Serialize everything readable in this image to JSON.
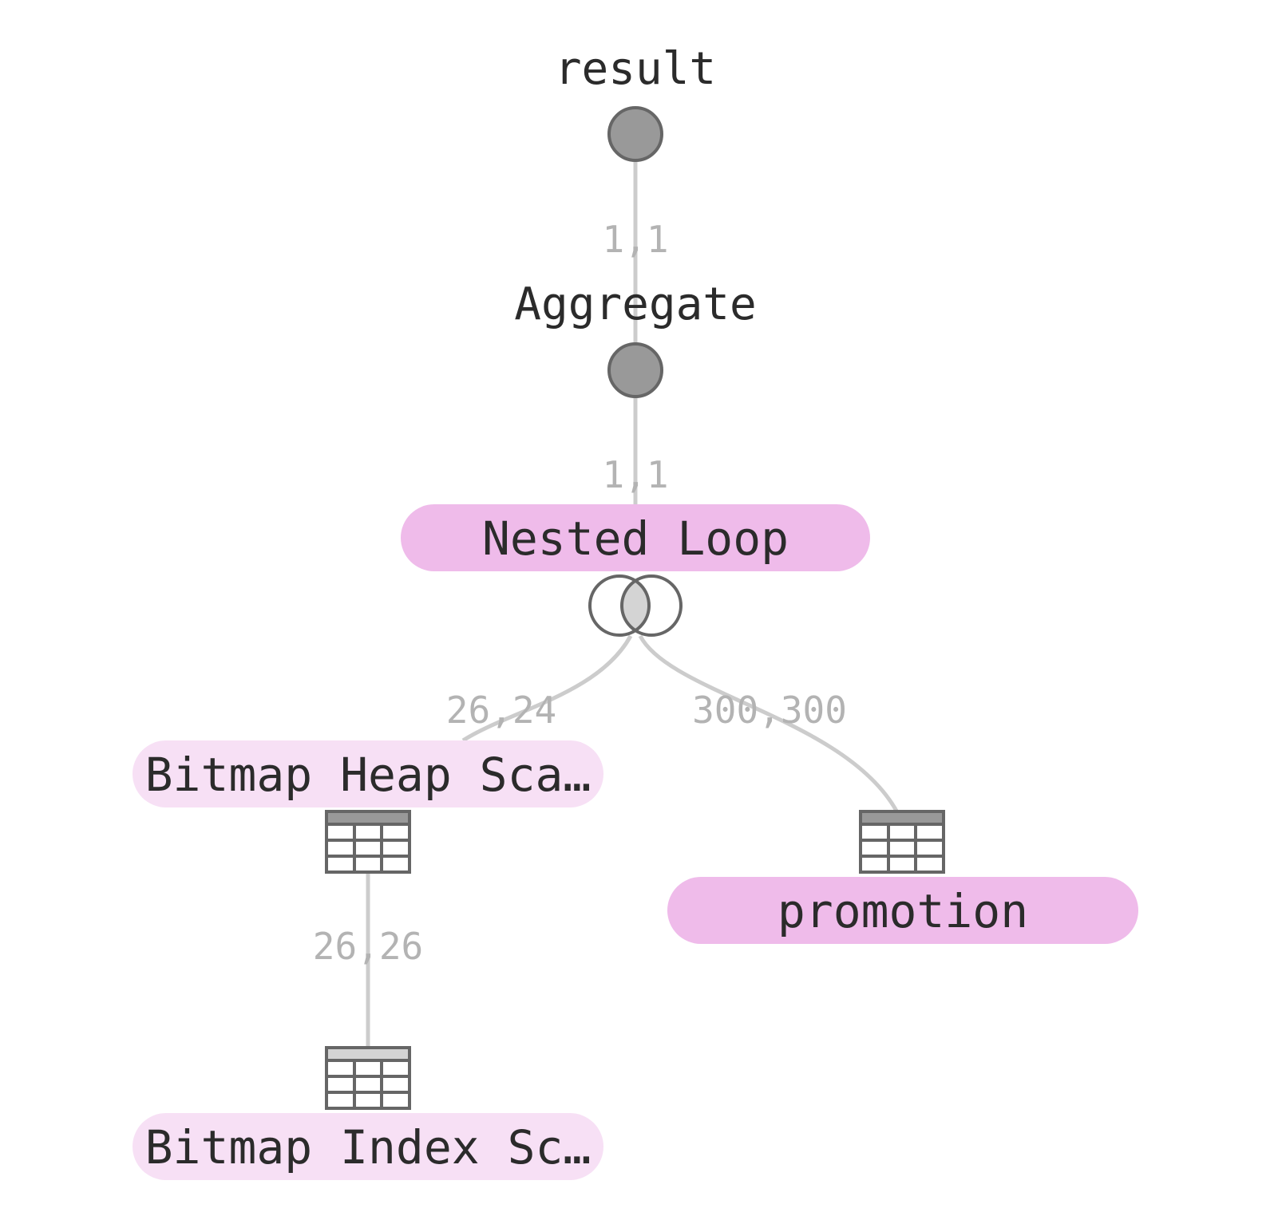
{
  "colors": {
    "pill_strong": "#efbbea",
    "pill_light": "#f7e0f5",
    "circle_fill": "#999999",
    "icon_stroke": "#666666",
    "edge": "#cccccc",
    "edge_label": "#b3b3b3",
    "text": "#2b2b2b"
  },
  "nodes": {
    "result": {
      "label": "result",
      "icon": "circle-icon"
    },
    "aggregate": {
      "label": "Aggregate",
      "icon": "circle-icon"
    },
    "nested_loop": {
      "label": "Nested Loop",
      "icon": "join-icon"
    },
    "bitmap_heap": {
      "label": "Bitmap Heap Sca…",
      "icon": "table-icon"
    },
    "promotion": {
      "label": "promotion",
      "icon": "table-icon"
    },
    "bitmap_index": {
      "label": "Bitmap Index Sc…",
      "icon": "table-icon"
    }
  },
  "edges": {
    "result_aggregate": {
      "label": "1,1"
    },
    "aggregate_nested": {
      "label": "1,1"
    },
    "nested_heap": {
      "label": "26,24"
    },
    "nested_promotion": {
      "label": "300,300"
    },
    "heap_index": {
      "label": "26,26"
    }
  }
}
